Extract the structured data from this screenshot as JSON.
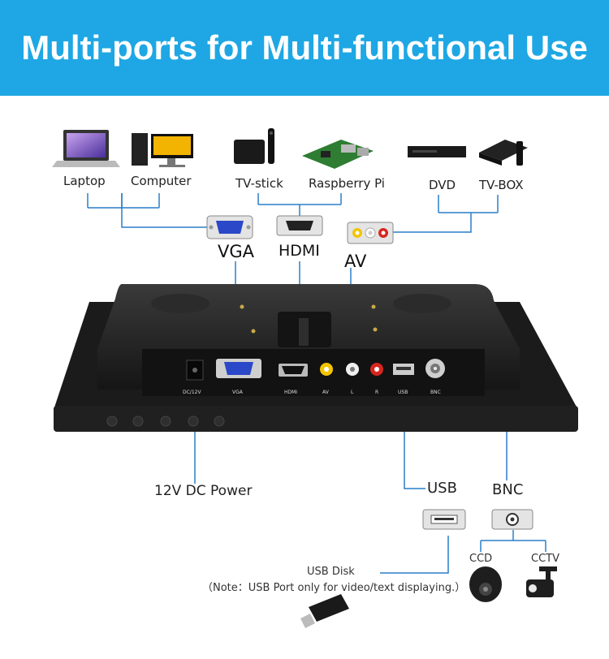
{
  "banner": {
    "title": "Multi-ports for Multi-functional Use"
  },
  "sources": {
    "laptop": "Laptop",
    "computer": "Computer",
    "tv_stick": "TV-stick",
    "raspberry_pi": "Raspberry Pi",
    "dvd": "DVD",
    "tv_box": "TV-BOX"
  },
  "ports": {
    "vga": "VGA",
    "hdmi": "HDMI",
    "av": "AV",
    "usb": "USB",
    "bnc": "BNC",
    "dc_power": "12V DC Power"
  },
  "panel_labels": {
    "dc": "DC/12V",
    "vga": "VGA",
    "hdmi": "HDMI",
    "av": "AV",
    "l": "L",
    "r": "R",
    "usb": "USB",
    "bnc": "BNC"
  },
  "devices": {
    "ccd": "CCD",
    "cctv": "CCTV",
    "usb_disk": "USB Disk",
    "note": "（Note：USB Port only for video/text displaying.）"
  },
  "colors": {
    "banner": "#1ea7e4",
    "line": "#2a7fc9",
    "monitor": "#222222",
    "av_yellow": "#f2c500",
    "av_red": "#d6261f",
    "vga_blue": "#2a48c8"
  }
}
